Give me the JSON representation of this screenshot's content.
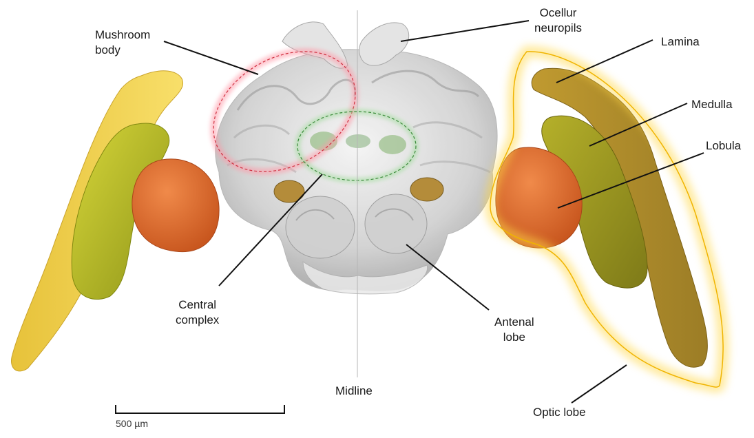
{
  "labels": {
    "mushroom_body": [
      "Mushroom",
      "body"
    ],
    "ocellur_neuropils": [
      "Ocellur",
      "neuropils"
    ],
    "lamina": "Lamina",
    "medulla": "Medulla",
    "lobula": "Lobula",
    "central_complex": [
      "Central",
      "complex"
    ],
    "antenal_lobe": [
      "Antenal",
      "lobe"
    ],
    "midline": "Midline",
    "optic_lobe": "Optic lobe"
  },
  "scale_bar": {
    "label": "500 µm"
  },
  "colors": {
    "lamina": "#e8c843",
    "medulla": "#b5b52a",
    "lobula": "#e0743a",
    "brain": "#d8d8d8",
    "mushroom_highlight": "#e05060",
    "central_highlight": "#50b050",
    "optic_highlight": "#f5c518"
  }
}
